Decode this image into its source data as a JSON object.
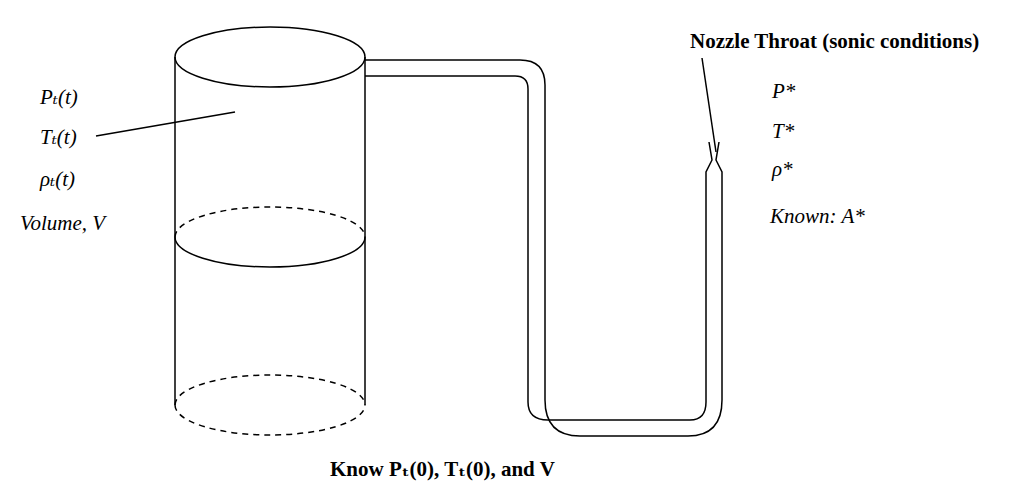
{
  "diagram": {
    "labels": [
      "Pₜ(t)",
      "Tₜ(t)",
      "ρₜ(t)",
      "Volume, V",
      "Nozzle Throat (sonic conditions)",
      "P*",
      "T*",
      "ρ*",
      "Known: A*",
      "Know Pₜ(0), Tₜ(0), and V"
    ]
  }
}
